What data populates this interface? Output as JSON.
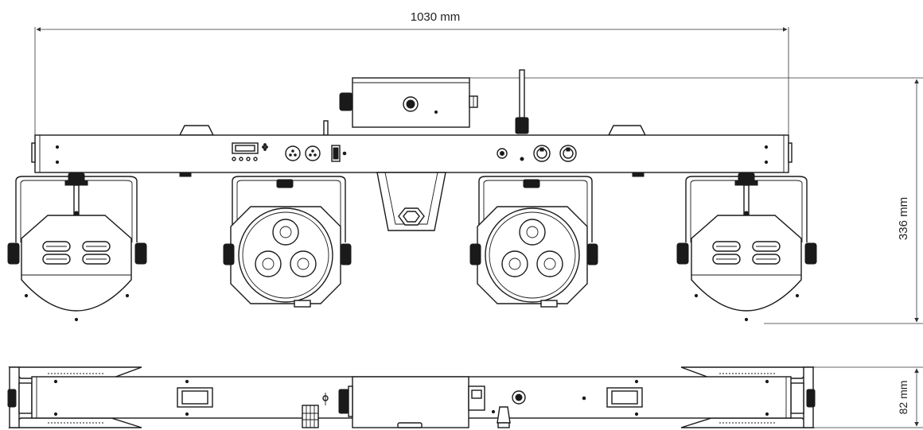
{
  "dimensions": {
    "width_label": "1030 mm",
    "height_label": "336 mm",
    "depth_label": "82 mm"
  },
  "colors": {
    "line": "#1a1a1a",
    "background": "#ffffff"
  }
}
